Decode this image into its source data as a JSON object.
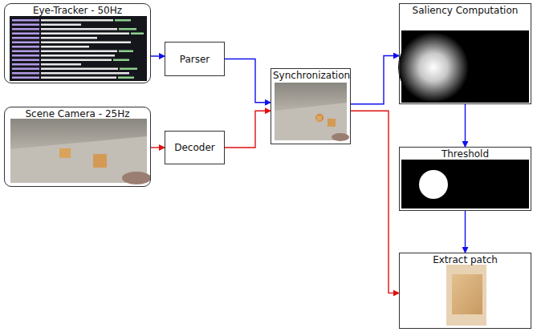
{
  "diagram": {
    "nodes": [
      {
        "text": [
          "Eye-Tracker - 50Hz"
        ]
      },
      {
        "text": [
          "Scene Camera - 25Hz"
        ]
      },
      {
        "text": [
          "Parser"
        ]
      },
      {
        "text": [
          "Decoder"
        ]
      },
      {
        "text": [
          "Synchronization"
        ]
      },
      {
        "text": [
          "Saliency Computation"
        ]
      },
      {
        "text": [
          "Threshold"
        ]
      },
      {
        "text": [
          "Extract patch"
        ]
      }
    ],
    "edges": [
      {
        "from": 0,
        "to": 2,
        "arrow": "to"
      },
      {
        "from": 1,
        "to": 3,
        "arrow": "to"
      },
      {
        "from": 2,
        "to": 4,
        "arrow": "to"
      },
      {
        "from": 3,
        "to": 4,
        "arrow": "to"
      },
      {
        "from": 4,
        "to": 5,
        "arrow": "to"
      },
      {
        "from": 4,
        "to": 7,
        "arrow": "to"
      },
      {
        "from": 5,
        "to": 6,
        "arrow": "to"
      },
      {
        "from": 6,
        "to": 7,
        "arrow": "to"
      }
    ]
  }
}
